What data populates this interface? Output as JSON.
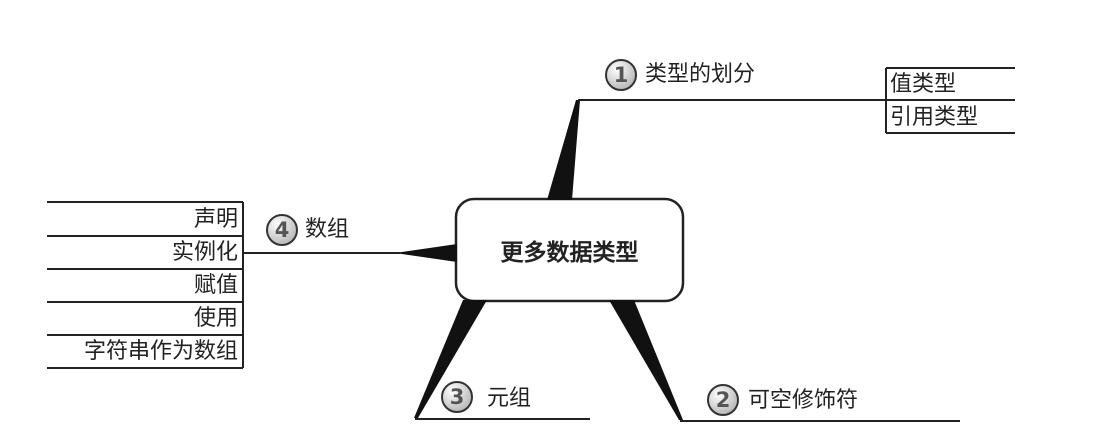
{
  "central": "更多数据类型",
  "branches": [
    {
      "number": "1",
      "label": "类型的划分",
      "children": [
        "值类型",
        "引用类型"
      ]
    },
    {
      "number": "2",
      "label": "可空修饰符",
      "children": []
    },
    {
      "number": "3",
      "label": "元组",
      "children": []
    },
    {
      "number": "4",
      "label": "数组",
      "children": [
        "声明",
        "实例化",
        "赋值",
        "使用",
        "字符串作为数组"
      ]
    }
  ]
}
